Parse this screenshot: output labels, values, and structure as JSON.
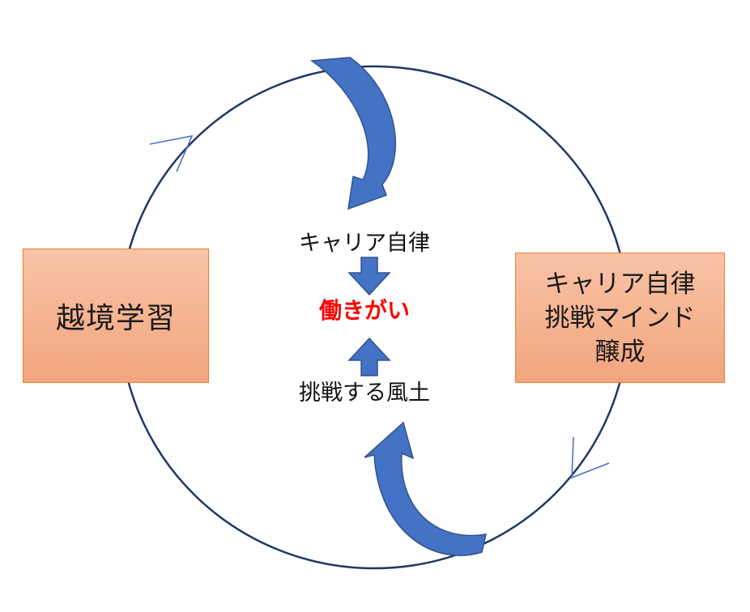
{
  "left_box": {
    "label": "越境学習"
  },
  "right_box": {
    "lines": [
      "キャリア自律",
      "挑戦マインド",
      "醸成"
    ]
  },
  "center": {
    "top_label": "キャリア自律",
    "core_label": "働きがい",
    "bottom_label": "挑戦する風土"
  },
  "colors": {
    "circle": "#1f3864",
    "arrow_fill": "#4472c4",
    "arrow_edge": "#2f528f",
    "box_border": "#ed7d31",
    "core_text": "#ff0000",
    "chevron": "#4a74c9"
  },
  "icons": {
    "top_curved_arrow": "curved-arrow-down",
    "bottom_curved_arrow": "curved-arrow-up",
    "center_down_arrow": "block-arrow-down",
    "center_up_arrow": "block-arrow-up",
    "left_chevron": "chevron-right",
    "right_chevron": "chevron-down"
  }
}
